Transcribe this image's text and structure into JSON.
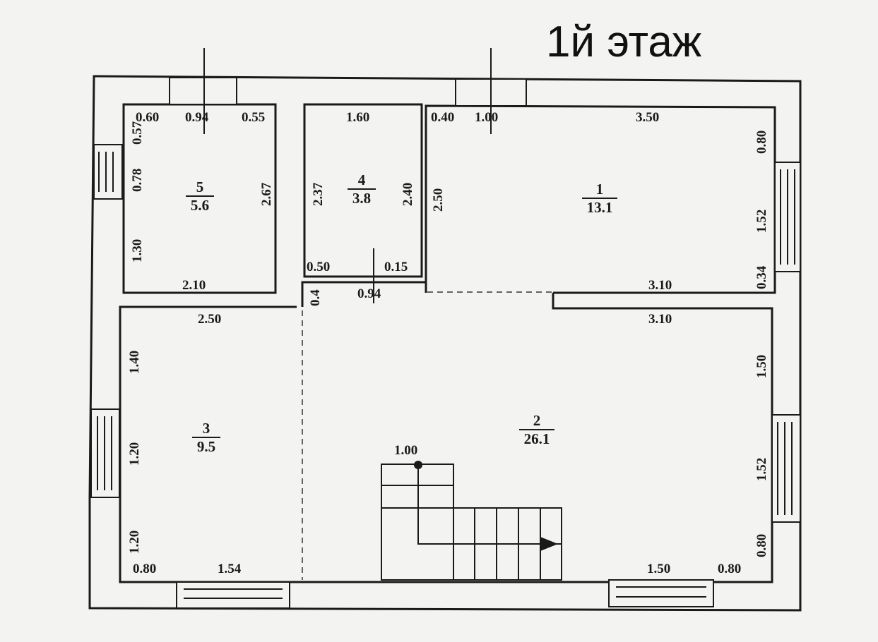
{
  "title": "1й этаж",
  "rooms": [
    {
      "number": "1",
      "area": "13.1"
    },
    {
      "number": "2",
      "area": "26.1"
    },
    {
      "number": "3",
      "area": "9.5"
    },
    {
      "number": "4",
      "area": "3.8"
    },
    {
      "number": "5",
      "area": "5.6"
    }
  ],
  "dims": {
    "r5_top": [
      "0.60",
      "0.94",
      "0.55"
    ],
    "r5_left": [
      "0.57",
      "0.78",
      "1.30"
    ],
    "r5_right": "2.67",
    "r5_bottom": "2.10",
    "r4_top": "1.60",
    "r4_left": "2.37",
    "r4_right": "2.40",
    "r4_bottom": [
      "0.50",
      "0.15"
    ],
    "r4_door": "0.94",
    "r4_doorside": "0.4",
    "r1_top": [
      "0.40",
      "1.00",
      "3.50"
    ],
    "r1_left": "2.50",
    "r1_right": [
      "0.80",
      "1.52",
      "0.34"
    ],
    "r1_bottom": "3.10",
    "r3_top": "2.50",
    "r3_left": [
      "1.40",
      "1.20",
      "1.20"
    ],
    "r3_bottom": [
      "0.80",
      "1.54"
    ],
    "r2_top": "3.10",
    "r2_right": [
      "1.50",
      "1.52",
      "0.80"
    ],
    "r2_bottom": [
      "1.50",
      "0.80"
    ],
    "stairs": "1.00"
  }
}
